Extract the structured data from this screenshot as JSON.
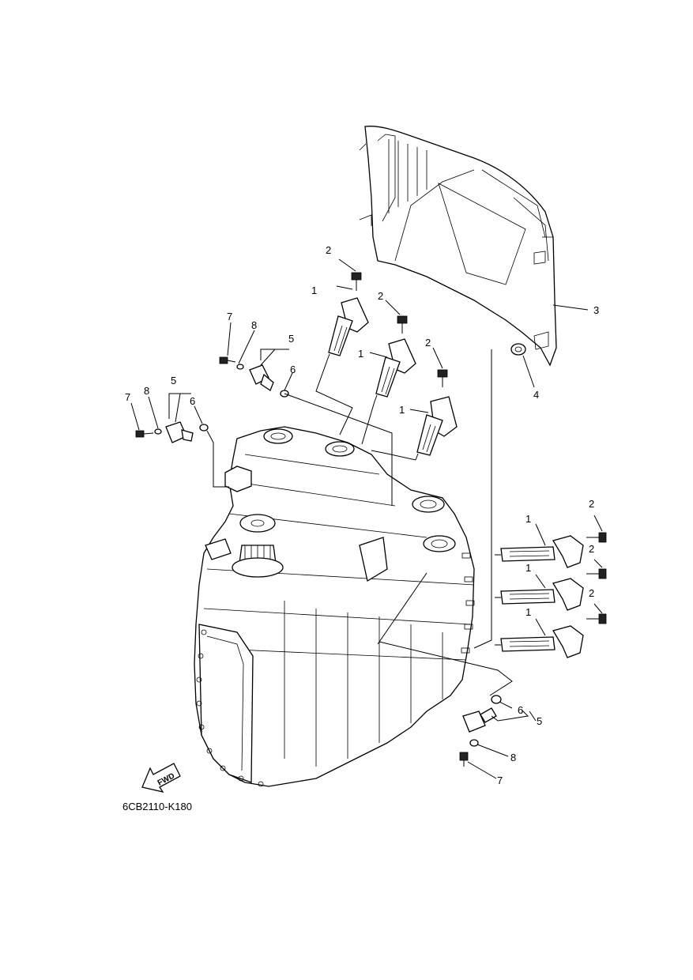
{
  "diagram": {
    "reference_code": "6CB2110-K180",
    "fwd_label": "FWD",
    "callouts": {
      "c1a": "1",
      "c1b": "1",
      "c1c": "1",
      "c1d": "1",
      "c1e": "1",
      "c1f": "1",
      "c2a": "2",
      "c2b": "2",
      "c2c": "2",
      "c2d": "2",
      "c2e": "2",
      "c2f": "2",
      "c3": "3",
      "c4": "4",
      "c5a": "5",
      "c5b": "5",
      "c5c": "5",
      "c6a": "6",
      "c6b": "6",
      "c6c": "6",
      "c7a": "7",
      "c7b": "7",
      "c7c": "7",
      "c8a": "8",
      "c8b": "8",
      "c8c": "8"
    }
  }
}
